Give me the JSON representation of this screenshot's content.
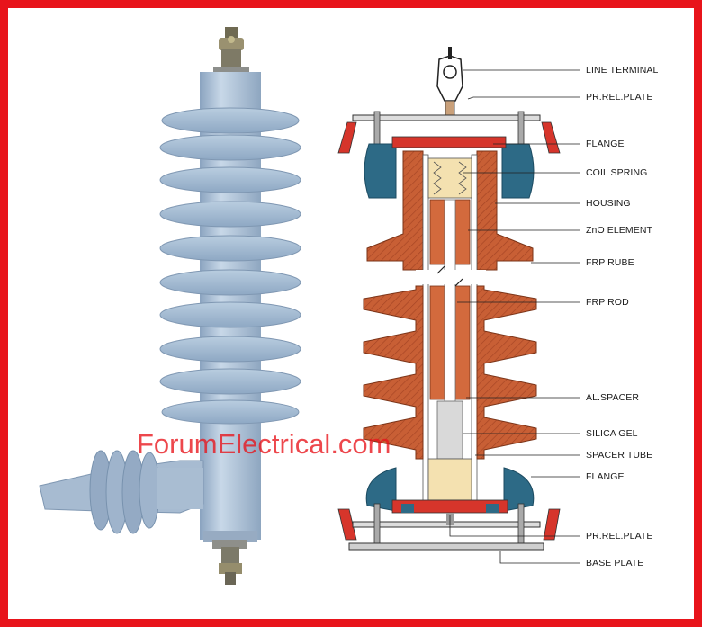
{
  "labels": [
    "LINE TERMINAL",
    "PR.REL.PLATE",
    "FLANGE",
    "COIL SPRING",
    "HOUSING",
    "ZnO ELEMENT",
    "FRP RUBE",
    "FRP ROD",
    "AL.SPACER",
    "SILICA GEL",
    "SPACER TUBE",
    "FLANGE",
    "PR.REL.PLATE",
    "BASE PLATE"
  ],
  "watermark": "ForumElectrical.com",
  "colors": {
    "frame": "#e8141b",
    "insulator": "#a9bfd6",
    "housing": "#c85f35",
    "flange": "#2d6a86",
    "element": "#d36a3d",
    "filler": "#f4e1b0"
  }
}
